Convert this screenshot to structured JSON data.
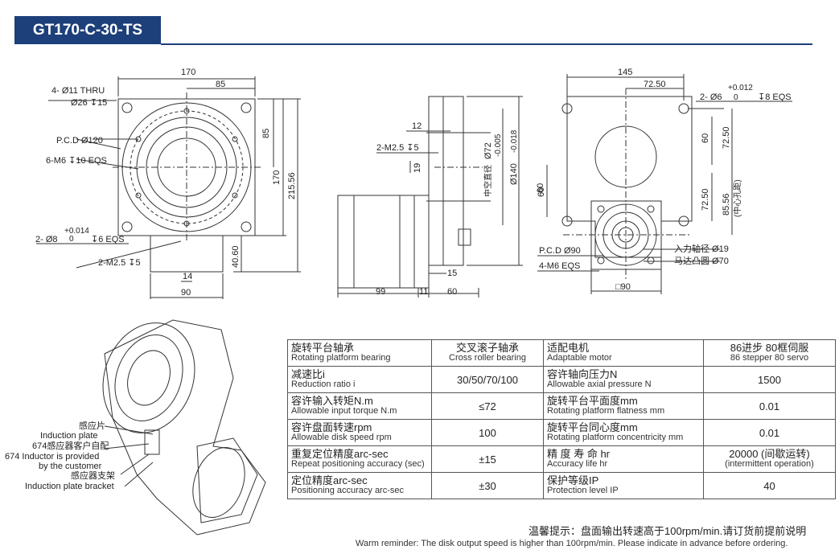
{
  "title": "GT170-C-30-TS",
  "front_view": {
    "width": "170",
    "half_width": "85",
    "thru_hole": "4- Ø11 THRU",
    "counterbore": "Ø26 ↧15",
    "pcd": "P.C.D Ø120",
    "tapped": "6-M6 ↧10 EQS",
    "pin_hole_tol": "+0.014",
    "pin_hole_tol_low": "0",
    "pin_hole": "2- Ø8",
    "pin_depth": "↧6 EQS",
    "sensor_tap": "2-M2.5 ↧5",
    "dim_85": "85",
    "dim_170": "170",
    "dim_215": "215.56",
    "dim_40": "40.60",
    "dim_14": "14",
    "dim_90": "90"
  },
  "side_view": {
    "dim_12": "12",
    "tap": "2-M2.5 ↧5",
    "dim_19": "19",
    "bore_label": "中空直径",
    "bore": "Ø72",
    "pilot": "Ø140",
    "tol_a": "-0.005",
    "tol_b": "-0.018",
    "dim_60v": "60",
    "dim_15": "15",
    "dim_99": "99",
    "dim_11": "11",
    "dim_60": "60"
  },
  "rear_view": {
    "dim_145": "145",
    "dim_72": "72.50",
    "pin_tol": "+0.012",
    "pin_tol_low": "0",
    "pin": "2- Ø6",
    "pin_depth": "↧8 EQS",
    "dim_60": "60",
    "dim_72v": "72.50",
    "dim_72v2": "72.50",
    "dim_85": "85.56",
    "center_hole": "(中心孔距)",
    "dim_60L": "60",
    "pcd": "P.C.D Ø90",
    "tap": "4-M6 EQS",
    "input_shaft": "入力轴径 Ø19",
    "motor_circle": "马达凸圆 Ø70",
    "square": "□90"
  },
  "iso_labels": {
    "plate_zh": "感应片",
    "plate_en": "Induction plate",
    "inductor_zh": "674感应器客户自配",
    "inductor_en1": "674 Inductor is provided",
    "inductor_en2": "by the customer",
    "bracket_zh": "感应器支架",
    "bracket_en": "Induction plate bracket"
  },
  "spec_table": [
    {
      "l_zh": "旋转平台轴承",
      "l_en": "Rotating platform bearing",
      "v1_zh": "交叉滚子轴承",
      "v1_en": "Cross roller bearing",
      "r_zh": "适配电机",
      "r_en": "Adaptable motor",
      "v2_zh": "86进步 80框伺服",
      "v2_en": "86 stepper 80 servo"
    },
    {
      "l_zh": "减速比i",
      "l_en": "Reduction ratio i",
      "v1_zh": "30/50/70/100",
      "v1_en": "",
      "r_zh": "容许轴向压力N",
      "r_en": "Allowable axial pressure N",
      "v2_zh": "1500",
      "v2_en": ""
    },
    {
      "l_zh": "容许输入转矩N.m",
      "l_en": "Allowable input torque N.m",
      "v1_zh": "≤72",
      "v1_en": "",
      "r_zh": "旋转平台平面度mm",
      "r_en": "Rotating platform flatness mm",
      "v2_zh": "0.01",
      "v2_en": ""
    },
    {
      "l_zh": "容许盘面转速rpm",
      "l_en": "Allowable disk speed rpm",
      "v1_zh": "100",
      "v1_en": "",
      "r_zh": "旋转平台同心度mm",
      "r_en": "Rotating platform concentricity mm",
      "v2_zh": "0.01",
      "v2_en": ""
    },
    {
      "l_zh": "重复定位精度arc-sec",
      "l_en": "Repeat positioning accuracy (sec)",
      "v1_zh": "±15",
      "v1_en": "",
      "r_zh": "精 度 寿 命 hr",
      "r_en": "Accuracy life hr",
      "v2_zh": "20000 (间歇运转)",
      "v2_en": "(intermittent operation)"
    },
    {
      "l_zh": "定位精度arc-sec",
      "l_en": "Positioning accuracy arc-sec",
      "v1_zh": "±30",
      "v1_en": "",
      "r_zh": "保护等级IP",
      "r_en": "Protection level IP",
      "v2_zh": "40",
      "v2_en": ""
    }
  ],
  "note_zh": "温馨提示：盘面输出转速高于100rpm/min.请订货前提前说明",
  "note_en": "Warm reminder: The disk output speed is higher than 100rpm/min. Please indicate in advance before ordering."
}
